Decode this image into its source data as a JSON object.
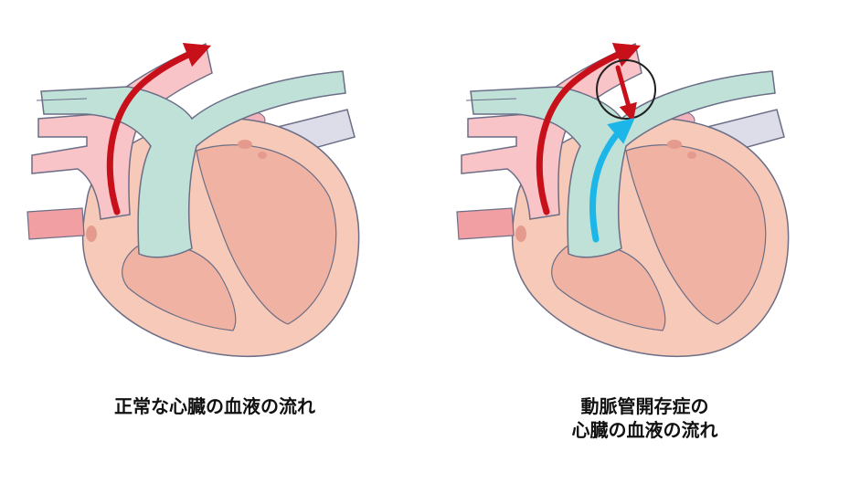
{
  "colors": {
    "heart_fill": "#f6c9b8",
    "heart_outline": "#6b6e86",
    "heart_inner": "#f0b3a3",
    "heart_spot": "#e59a8e",
    "aorta_pink": "#f8c4c8",
    "pulmonary_teal": "#bfe1d8",
    "vein_purple": "#ddddea",
    "vessel_red": "#f29fa4",
    "arrow_red": "#c8101b",
    "arrow_blue": "#1cb6e8",
    "marker_outline": "#222222"
  },
  "panels": [
    {
      "caption_lines": [
        "正常な心臓の血液の流れ"
      ],
      "arrows": [
        "red-aortic-arrow"
      ]
    },
    {
      "caption_lines": [
        "動脈管開存症の",
        "心臓の血液の流れ"
      ],
      "arrows": [
        "red-aortic-arrow",
        "red-ductus-arrow",
        "blue-pulmonary-arrow"
      ],
      "marker": "ductus-circle"
    }
  ]
}
